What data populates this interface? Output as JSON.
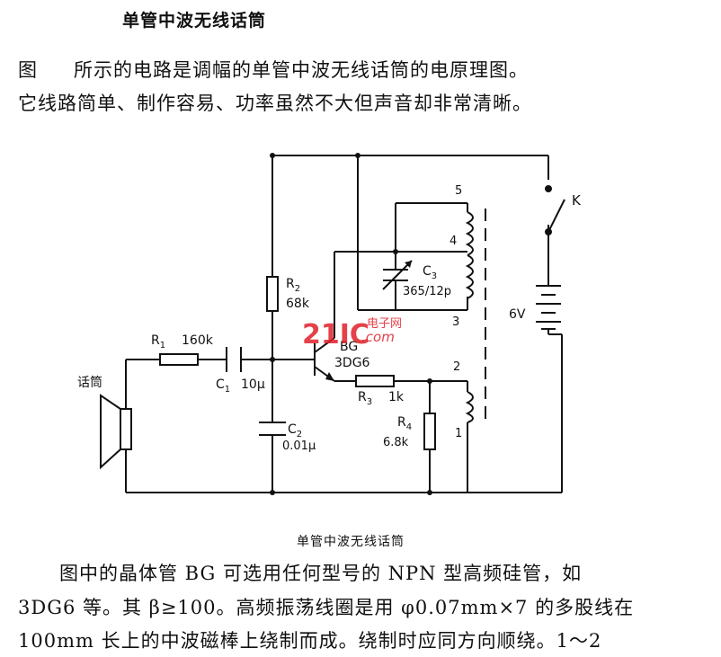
{
  "title": "单管中波无线话筒",
  "intro": {
    "line1_prefix": "图",
    "line1_rest": "所示的电路是调幅的单管中波无线话筒的电原理图。",
    "line2": "它线路简单、制作容易、功率虽然不大但声音却非常清晰。"
  },
  "diagram": {
    "mic_label": "话筒",
    "R1": "R",
    "R1_sub": "1",
    "R1_val": "160k",
    "C1": "C",
    "C1_sub": "1",
    "C1_val": "10μ",
    "R2": "R",
    "R2_sub": "2",
    "R2_val": "68k",
    "C2": "C",
    "C2_sub": "2",
    "C2_val": "0.01μ",
    "BG": "BG",
    "BG_type": "3DG6",
    "R3": "R",
    "R3_sub": "3",
    "R3_val": "1k",
    "R4": "R",
    "R4_sub": "4",
    "R4_val": "6.8k",
    "C3": "C",
    "C3_sub": "3",
    "C3_val": "365/12p",
    "tap5": "5",
    "tap4": "4",
    "tap3": "3",
    "tap2": "2",
    "tap1": "1",
    "switch": "K",
    "battery": "6V",
    "watermark_main": "21IC",
    "watermark_cn": "电子网",
    "watermark_com": ".com"
  },
  "caption": "单管中波无线话筒",
  "body": {
    "line1": "图中的晶体管 BG 可选用任何型号的 NPN 型高频硅管，如",
    "line2": "3DG6 等。其 β≥100。高频振荡线圈是用 φ0.07mm×7 的多股线在",
    "line3": "100mm 长上的中波磁棒上绕制而成。绕制时应同方向顺绕。1～2"
  },
  "colors": {
    "ink": "#111111",
    "watermark": "#e0202a"
  }
}
